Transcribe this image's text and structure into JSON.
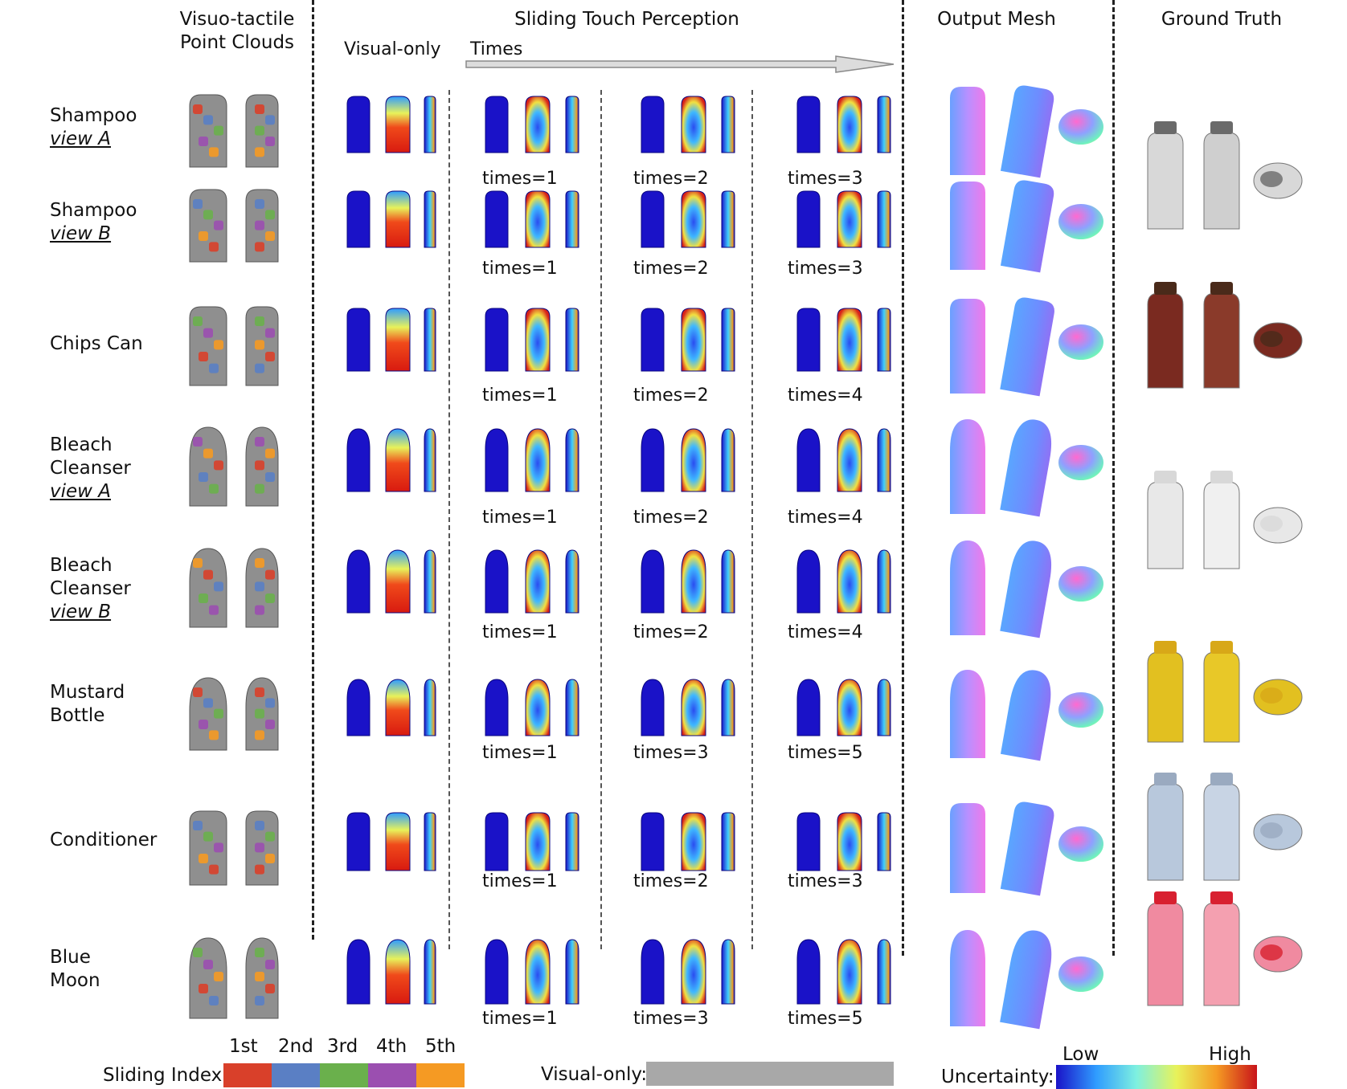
{
  "headers": {
    "pointclouds": "Visuo-tactile\nPoint Clouds",
    "sliding": "Sliding Touch Perception",
    "visual_only": "Visual-only",
    "times": "Times",
    "output_mesh": "Output Mesh",
    "ground_truth": "Ground Truth"
  },
  "rows": [
    {
      "label": "Shampoo",
      "view": "view A",
      "times": [
        "times=1",
        "times=2",
        "times=3"
      ]
    },
    {
      "label": "Shampoo",
      "view": "view B",
      "times": [
        "times=1",
        "times=2",
        "times=3"
      ]
    },
    {
      "label": "Chips Can",
      "view": "",
      "times": [
        "times=1",
        "times=2",
        "times=4"
      ]
    },
    {
      "label": "Bleach\nCleanser",
      "view": "view A",
      "times": [
        "times=1",
        "times=2",
        "times=4"
      ]
    },
    {
      "label": "Bleach\nCleanser",
      "view": "view B",
      "times": [
        "times=1",
        "times=2",
        "times=4"
      ]
    },
    {
      "label": "Mustard\nBottle",
      "view": "",
      "times": [
        "times=1",
        "times=3",
        "times=5"
      ]
    },
    {
      "label": "Conditioner",
      "view": "",
      "times": [
        "times=1",
        "times=2",
        "times=3"
      ]
    },
    {
      "label": "Blue\nMoon",
      "view": "",
      "times": [
        "times=1",
        "times=3",
        "times=5"
      ]
    }
  ],
  "legend": {
    "sliding_index_label": "Sliding Index:",
    "sliding_index_items": [
      "1st",
      "2nd",
      "3rd",
      "4th",
      "5th"
    ],
    "sliding_index_colors": [
      "#d9402a",
      "#5a7fc4",
      "#6ab04c",
      "#9b4fb0",
      "#f59a23"
    ],
    "visual_only_label": "Visual-only:",
    "visual_only_color": "#a8a8a8",
    "uncertainty_label": "Uncertainty:",
    "low": "Low",
    "high": "High"
  }
}
